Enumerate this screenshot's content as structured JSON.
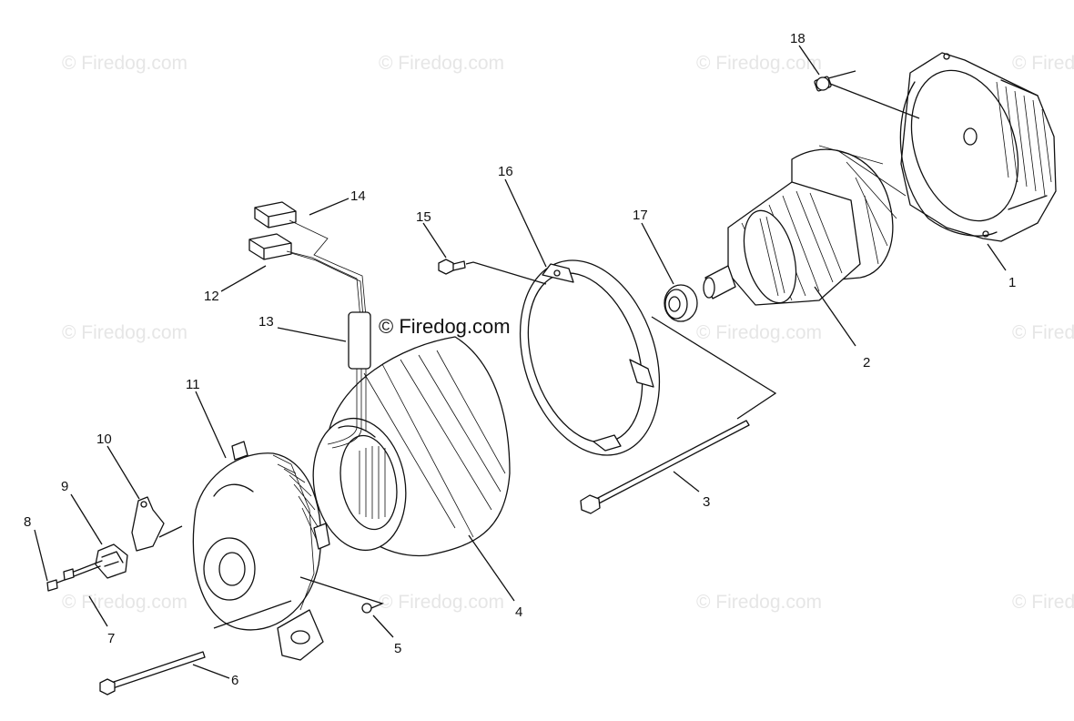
{
  "watermark": {
    "repeat_text": "© Firedog.com",
    "main_text": "© Firedog.com"
  },
  "callouts": [
    "1",
    "2",
    "3",
    "4",
    "5",
    "6",
    "7",
    "8",
    "9",
    "10",
    "11",
    "12",
    "13",
    "14",
    "15",
    "16",
    "17",
    "18"
  ],
  "colors": {
    "ink": "#111111",
    "watermark": "#e6e6e6",
    "background": "#ffffff"
  }
}
